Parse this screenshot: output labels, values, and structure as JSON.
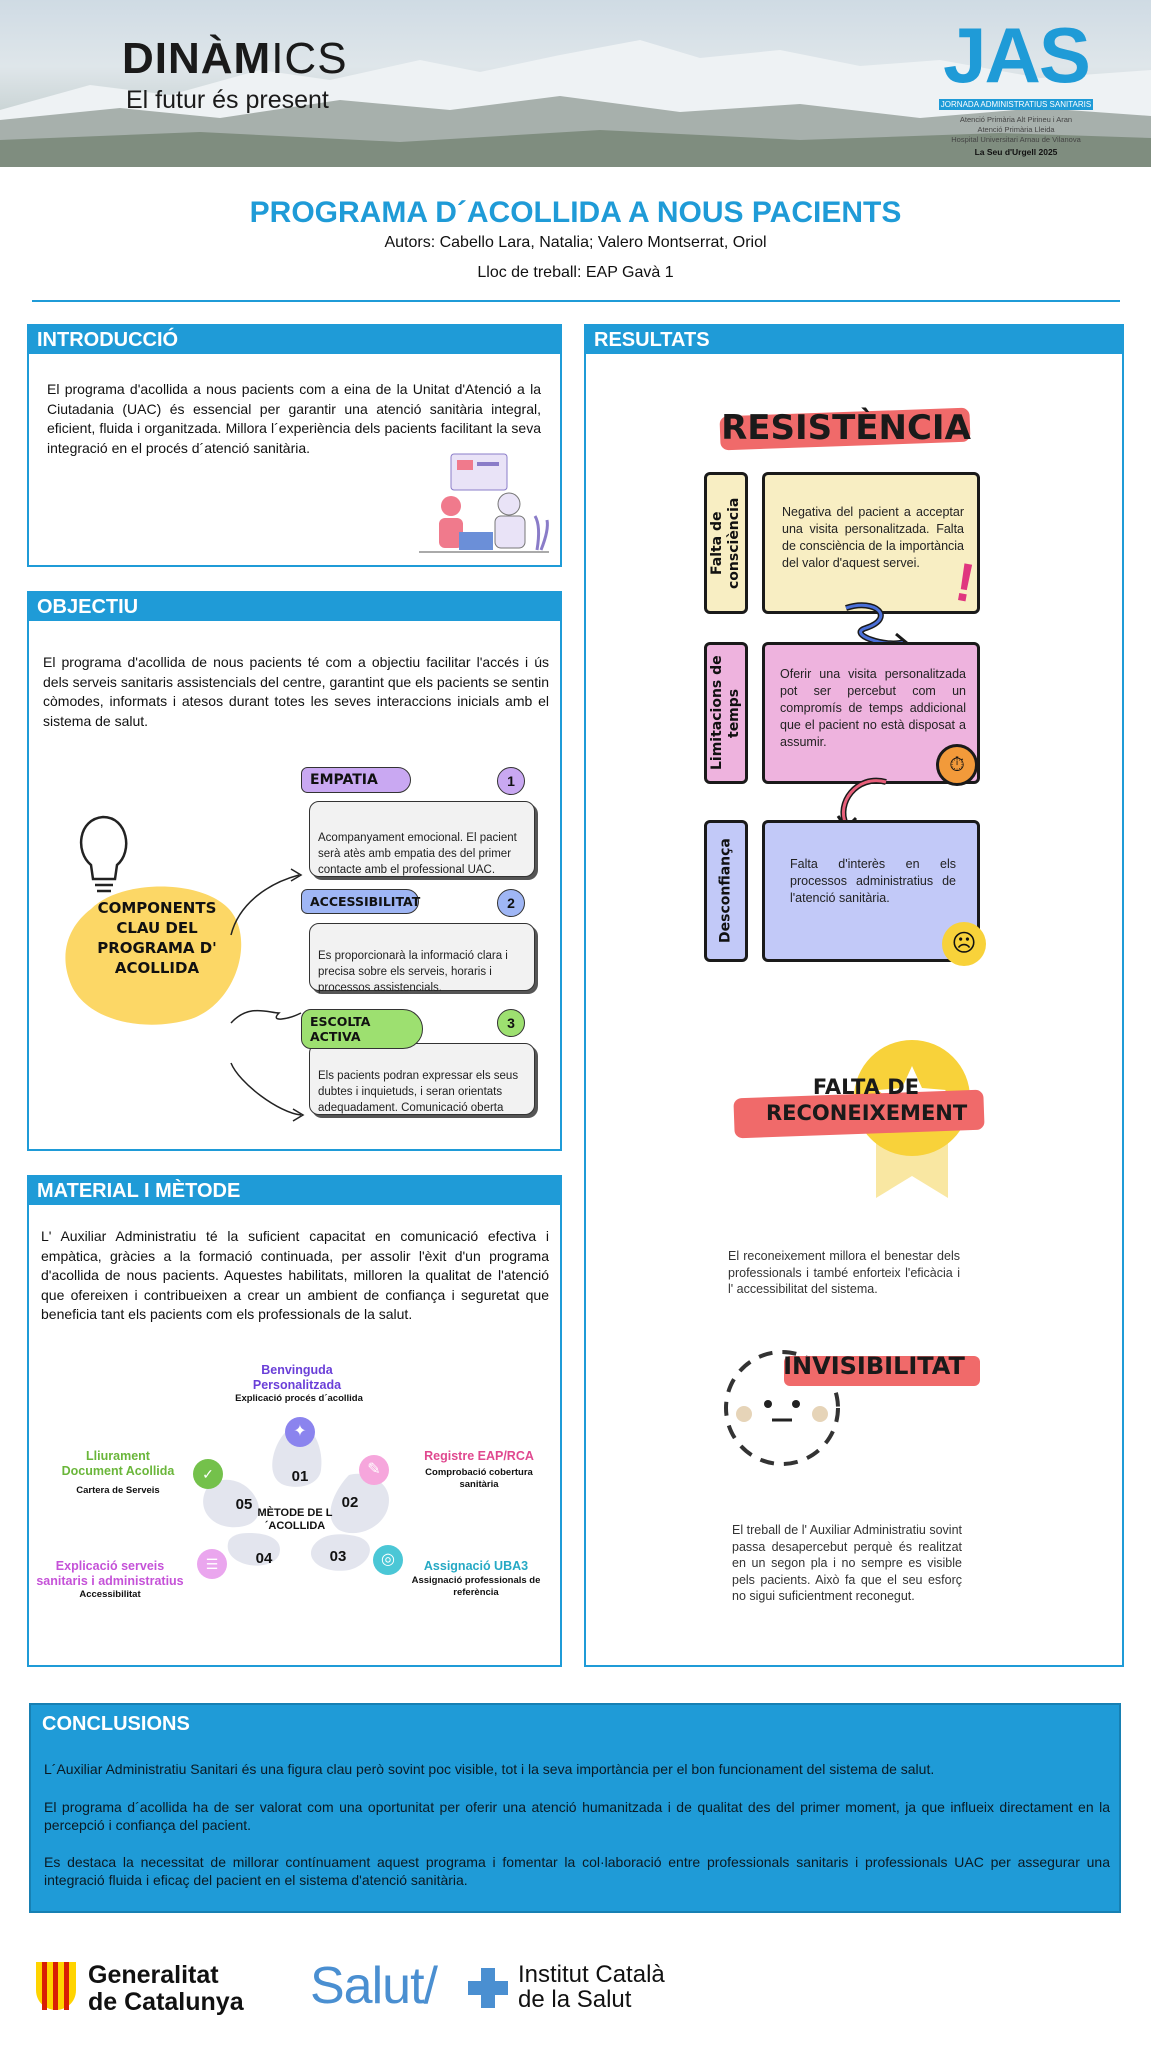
{
  "header": {
    "brand_title_bold": "DINÀM",
    "brand_title_light": "ICS",
    "brand_subtitle": "El futur és present",
    "jas_logo": "JAS",
    "jas_strip": "JORNADA ADMINISTRATIUS SANITARIS",
    "jas_line1": "Atenció Primària Alt Pirineu i Aran",
    "jas_line2": "Atenció Primària Lleida",
    "jas_line3": "Hospital Universitari Arnau de Vilanova",
    "jas_year": "La Seu d'Urgell 2025"
  },
  "title": {
    "main": "PROGRAMA D´ACOLLIDA A NOUS PACIENTS",
    "authors": "Autors: Cabello Lara, Natalia; Valero Montserrat, Oriol",
    "workplace": "Lloc de treball: EAP Gavà 1"
  },
  "intro": {
    "heading": "INTRODUCCIÓ",
    "text": "El programa d'acollida a nous pacients com a eina de la Unitat d'Atenció a la Ciutadania (UAC) és essencial per garantir una atenció sanitària integral, eficient, fluida i organitzada. Millora l´experiència dels pacients facilitant la seva integració en el procés d´atenció sanitària."
  },
  "objectiu": {
    "heading": "OBJECTIU",
    "text": "El programa d'acollida de nous pacients té com a objectiu facilitar l'accés i ús dels serveis sanitaris assistencials del centre, garantint que els pacients se sentin còmodes, informats i atesos durant totes les seves interaccions inicials amb el sistema de salut.",
    "blob_text": "COMPONENTS CLAU DEL PROGRAMA D' ACOLLIDA",
    "components": [
      {
        "tag": "EMPATIA",
        "num": "1",
        "text": "Acompanyament emocional. El pacient serà atès amb empatia des del primer contacte amb el professional UAC."
      },
      {
        "tag": "ACCESSIBILITAT",
        "num": "2",
        "text": "Es proporcionarà la informació clara i precisa sobre els serveis, horaris i processos assistencials."
      },
      {
        "tag": "ESCOLTA ACTIVA",
        "num": "3",
        "text": "Els pacients podran expressar els seus dubtes i inquietuds, i seran orientats adequadament. Comunicació oberta"
      }
    ]
  },
  "material": {
    "heading": "MATERIAL I MÈTODE",
    "text": "L' Auxiliar Administratiu té la suficient capacitat en comunicació efectiva i empàtica, gràcies a la formació continuada, per assolir l'èxit d'un programa d'acollida de nous pacients. Aquestes habilitats, milloren la qualitat de l'atenció que ofereixen i contribueixen a crear un ambient de confiança i seguretat que beneficia tant els pacients com els professionals de la salut.",
    "center": "MÈTODE DE L´ACOLLIDA",
    "steps": [
      {
        "num": "01",
        "label": "Benvinguda Personalitzada",
        "sub": "Explicació procés d´acollida"
      },
      {
        "num": "02",
        "label": "Registre EAP/RCA",
        "sub": "Comprobació cobertura sanitària"
      },
      {
        "num": "03",
        "label": "Assignació UBA3",
        "sub": "Assignació professionals de referència"
      },
      {
        "num": "04",
        "label": "Explicació serveis sanitaris i administratius",
        "sub": "Accessibilitat"
      },
      {
        "num": "05",
        "label": "Lliurament Document Acollida",
        "sub": "Cartera de  Serveis"
      }
    ]
  },
  "resultats": {
    "heading": "RESULTATS",
    "resistencia_title": "RESISTÈNCIA",
    "items": [
      {
        "side": "Falta de consciència",
        "text": "Negativa del pacient a acceptar una visita personalitzada. Falta de consciència de la importància del valor d'aquest servei."
      },
      {
        "side": "Limitacions de temps",
        "text": "Oferir una visita personalitzada pot ser percebut com un compromís de temps addicional que el pacient no està disposat a assumir."
      },
      {
        "side": "Desconfiança",
        "text": "Falta d'interès en els processos administratius de l'atenció sanitària."
      }
    ],
    "reconeixement_title": "FALTA DE RECONEIXEMENT",
    "reconeixement_text": "El reconeixement millora el benestar dels professionals i també enforteix l'eficàcia i l' accessibilitat del sistema.",
    "invisibilitat_title": "INVISIBILITAT",
    "invisibilitat_text": "El treball de l' Auxiliar Administratiu sovint passa desapercebut perquè és realitzat en un segon pla i no sempre es visible pels pacients. Això fa que el seu esforç no sigui suficientment reconegut."
  },
  "conclusions": {
    "heading": "CONCLUSIONS",
    "p1": "L´Auxiliar Administratiu Sanitari és una figura clau però sovint poc visible, tot i la seva importància per el bon funcionament del sistema de salut.",
    "p2": "El programa d´acollida ha de ser valorat com una oportunitat per oferir una atenció humanitzada i de qualitat des del primer moment, ja que influeix directament en la percepció i confiança del pacient.",
    "p3": "Es destaca la necessitat de millorar contínuament aquest programa i fomentar la col·laboració entre professionals sanitaris i professionals UAC per assegurar una integració fluida i eficaç del pacient en el sistema d'atenció sanitària."
  },
  "footer": {
    "gencat_line1": "Generalitat",
    "gencat_line2": "de Catalunya",
    "salut": "Salut/",
    "ics_line1": "Institut Català",
    "ics_line2": "de la Salut"
  },
  "colors": {
    "accent": "#1f9bd7",
    "empatia": "#c9a8f2",
    "accessibilitat": "#9fb6f5",
    "escolta": "#9de070",
    "blob": "#fcd766",
    "res_yellow": "#f8eec3",
    "res_pink": "#eeb3de",
    "res_blue": "#c2c9f8",
    "red_highlight": "#f06a6a"
  }
}
